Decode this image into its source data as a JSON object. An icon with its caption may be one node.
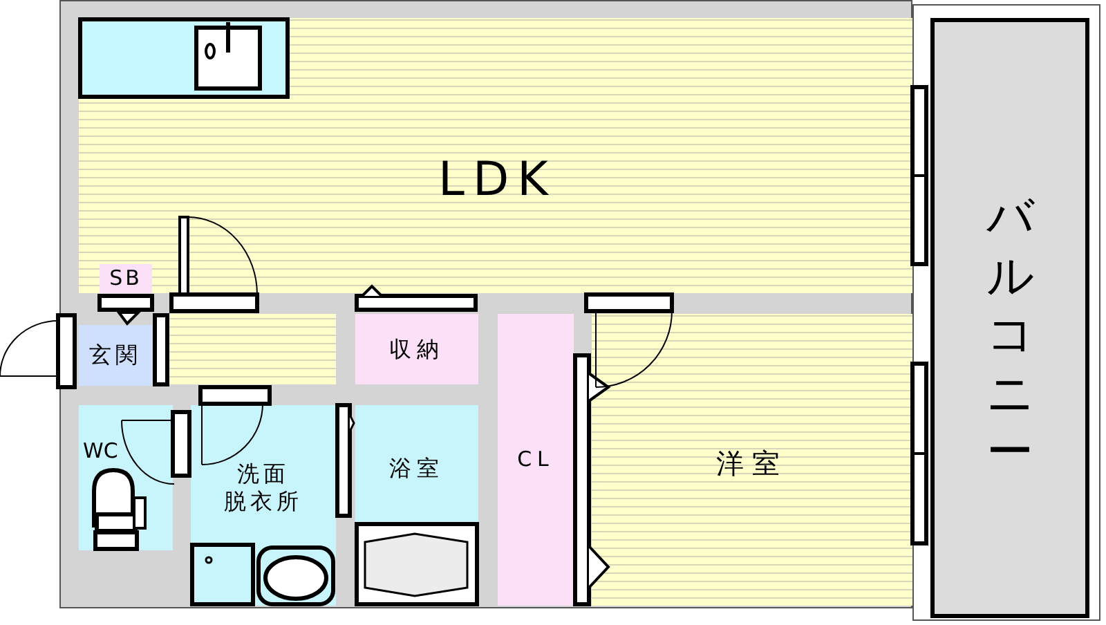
{
  "diagram": {
    "nodes": [
      {
        "text": [
          "LDK"
        ]
      },
      {
        "text": [
          "SB"
        ],
        "in": 0
      },
      {
        "text": [],
        "shape": "box"
      },
      {
        "text": [
          "玄関"
        ]
      },
      {
        "text": [
          "収納"
        ]
      },
      {
        "text": [
          "WC"
        ]
      },
      {
        "text": [
          "洗面",
          "脱衣所"
        ]
      },
      {
        "text": [
          "浴室"
        ]
      },
      {
        "text": [
          "CL"
        ]
      },
      {
        "text": [
          "洋室"
        ]
      },
      {
        "text": [
          "バルコニー"
        ]
      }
    ]
  }
}
